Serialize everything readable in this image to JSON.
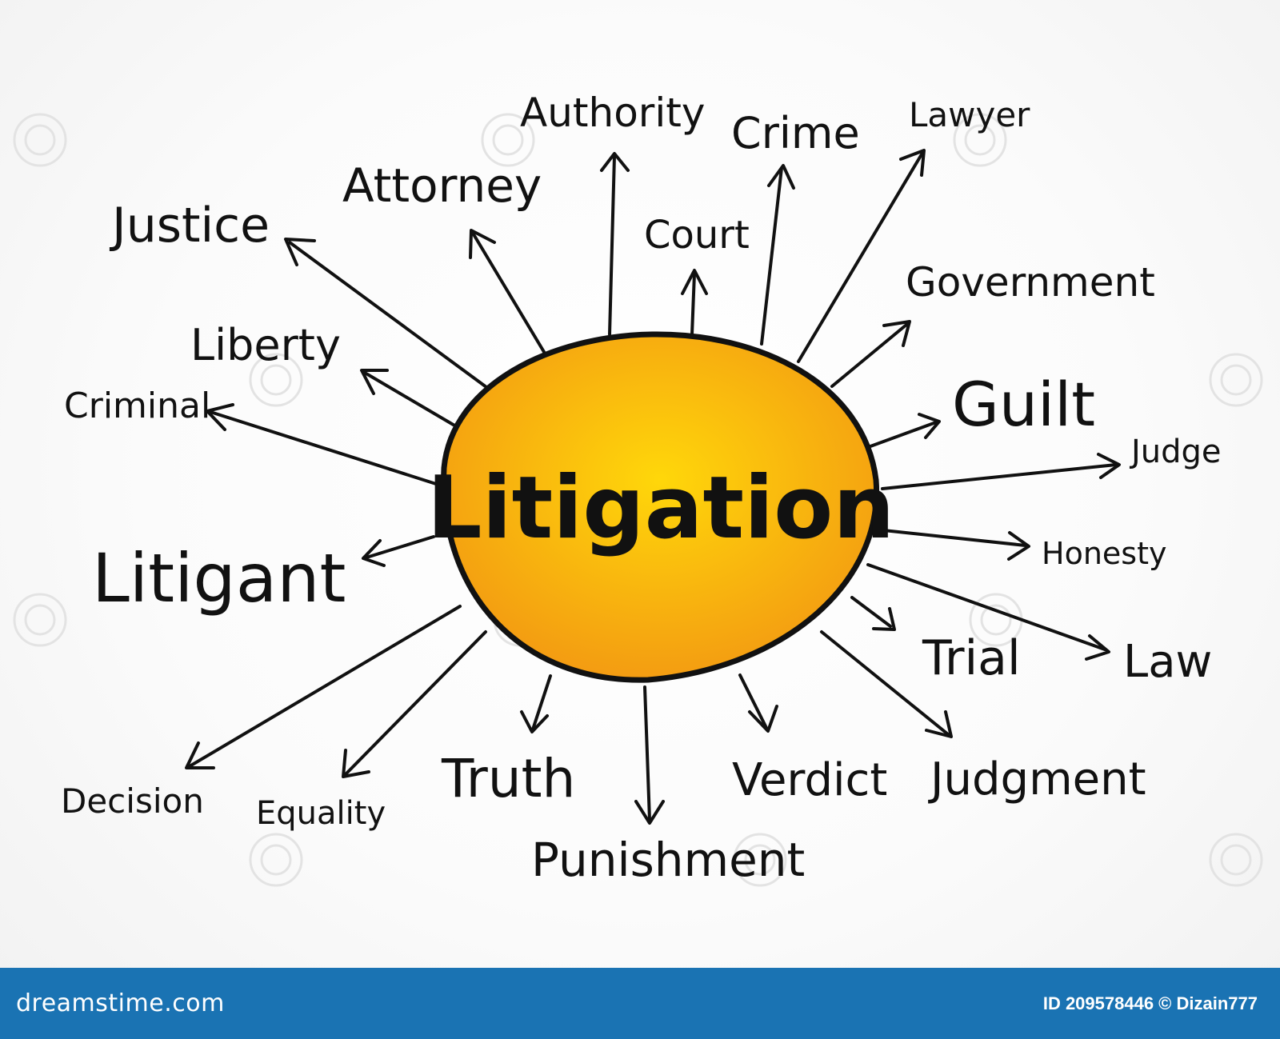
{
  "diagram": {
    "center": "Litigation",
    "nodes": [
      "Authority",
      "Crime",
      "Lawyer",
      "Attorney",
      "Justice",
      "Court",
      "Government",
      "Liberty",
      "Criminal",
      "Guilt",
      "Judge",
      "Litigant",
      "Honesty",
      "Trial",
      "Law",
      "Decision",
      "Equality",
      "Truth",
      "Verdict",
      "Judgment",
      "Punishment"
    ],
    "colors": {
      "center_fill_light": "#ffd70a",
      "center_fill_dark": "#f39a12",
      "stroke": "#111111"
    }
  },
  "footer": {
    "site": "dreamstime.com",
    "credit": "ID 209578446 © Dizain777",
    "background": "#1a73b3"
  }
}
